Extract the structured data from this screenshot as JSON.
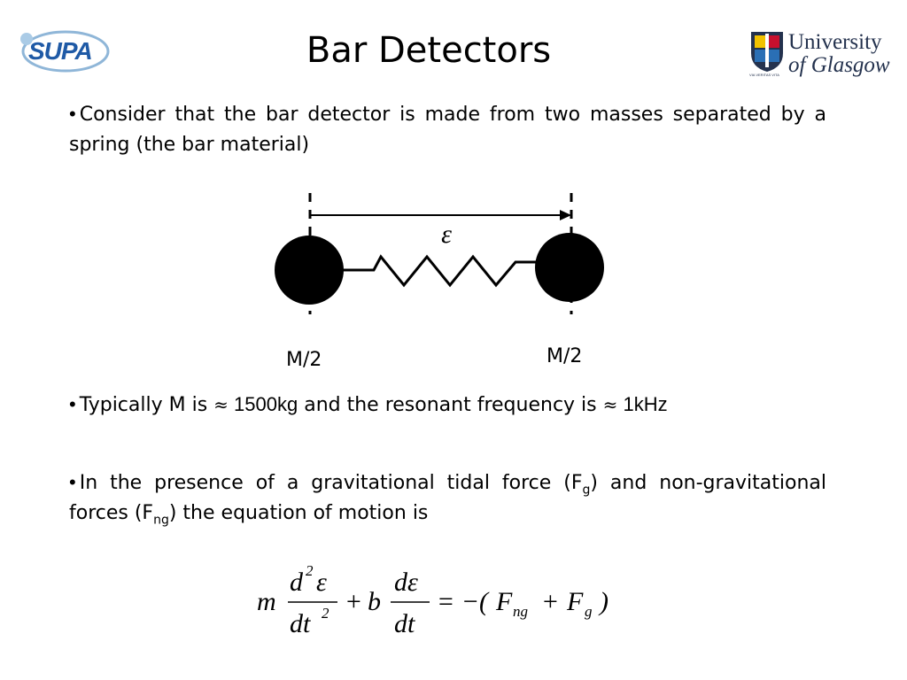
{
  "header": {
    "title": "Bar Detectors",
    "supa_logo_text": "SUPA",
    "university_logo": {
      "line1": "University",
      "line2": "of Glasgow",
      "motto": "VIA VERITAS VITA"
    }
  },
  "bullets": {
    "bullet_glyph": "•",
    "p1_text": "Consider that the bar detector is made from two masses separated by a spring (the bar material)",
    "p2_part1": "Typically M is ",
    "p2_approx": "≈",
    "p2_value1": " 1500kg",
    "p2_part2": " and the resonant frequency is ",
    "p2_value2": " 1kHz",
    "p3_part1": "In the presence of a gravitational tidal force (F",
    "p3_sub_g": "g",
    "p3_part2": ") and non-gravitational forces (F",
    "p3_sub_ng": "ng",
    "p3_part3": ") the equation of motion is"
  },
  "diagram": {
    "epsilon_label": "ε",
    "mass_left_label": "M/2",
    "mass_right_label": "M/2"
  },
  "equation": {
    "m": "m",
    "num1": "d",
    "sup2": "2",
    "eps": "ε",
    "den1": "dt",
    "plus": "+",
    "b": "b",
    "num2": "dε",
    "den2": "dt",
    "equals_minus": "= −(",
    "F1": "F",
    "sub_ng": "ng",
    "plus2": "+",
    "F2": "F",
    "sub_g": "g",
    "close": ")"
  },
  "colors": {
    "supa_blue": "#1f5aa6",
    "glasgow_navy": "#24324e",
    "text": "#000000"
  }
}
